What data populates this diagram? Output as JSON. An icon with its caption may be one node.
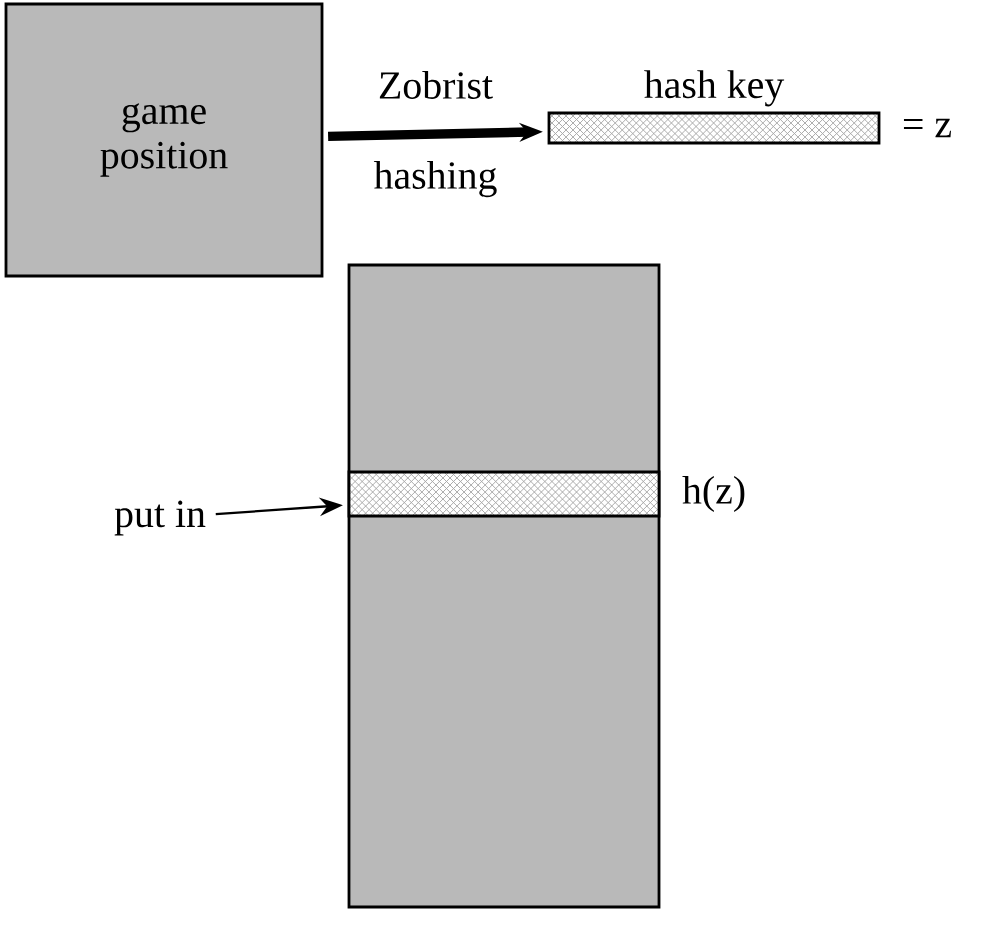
{
  "diagram": {
    "nodes": [
      {
        "text": [
          "game position"
        ]
      },
      {
        "text": [
          "hash key"
        ],
        "beside": [
          "= z"
        ]
      },
      {
        "text": [],
        "shape": "box"
      },
      {
        "text": [],
        "shape": "bar",
        "in": 2,
        "beside": [
          "h(z)"
        ]
      },
      {
        "text": [
          "put in"
        ]
      }
    ],
    "edges": [
      {
        "from": 0,
        "to": 1,
        "arrow": "to",
        "style": "thick",
        "label": "Zobrist hashing"
      },
      {
        "from": 4,
        "to": 3,
        "arrow": "to"
      }
    ]
  }
}
